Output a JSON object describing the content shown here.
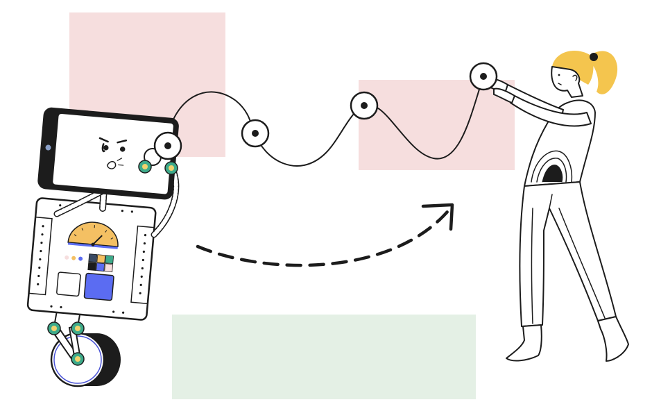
{
  "colors": {
    "background": "#ffffff",
    "pink_block": "#f6dede",
    "green_block": "#e4f0e5",
    "ink": "#1c1c1c",
    "gauge_yellow": "#f4c063",
    "joint_teal": "#3daa8a",
    "joint_yellow": "#f1d36e",
    "panel_blue": "#5b6cf2",
    "hair": "#f4c54e",
    "wheel_outline": "#4a54d6"
  },
  "illustration": {
    "left_figure": "robot",
    "right_figure": "woman-holding-cable",
    "connector": "wavy-cable-with-nodes",
    "motion": "dashed-curved-arrow"
  },
  "icons": {
    "robot_face": "worried-face-icon",
    "arrow": "curved-arrow-icon",
    "node": "cable-node-icon"
  }
}
